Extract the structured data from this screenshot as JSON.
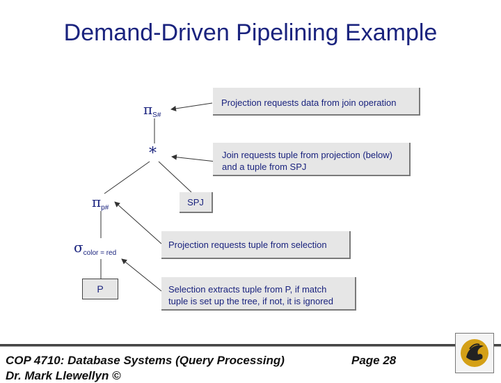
{
  "slide": {
    "title": "Demand-Driven Pipelining Example",
    "nodes": {
      "pi_s": {
        "symbol": "π",
        "subscript": "S#"
      },
      "join": {
        "symbol": "*"
      },
      "pi_p": {
        "symbol": "π",
        "subscript": "p#"
      },
      "sigma": {
        "symbol": "σ",
        "subscript": "color = red"
      },
      "p": {
        "label": "P"
      },
      "spj": {
        "label": "SPJ"
      }
    },
    "notes": {
      "note1": "Projection requests data from join operation",
      "note2_line1": "Join requests tuple from projection (below)",
      "note2_line2": "and a tuple from SPJ",
      "note3": "Projection requests tuple from selection",
      "note4_line1": "Selection extracts tuple from P, if match",
      "note4_line2": "tuple is set up the tree, if not, it is ignored"
    },
    "footer": {
      "course": "COP 4710: Database Systems (Query Processing)",
      "page": "Page 28",
      "author": "Dr. Mark Llewellyn ©"
    },
    "colors": {
      "text": "#1a237e",
      "box": "#e6e6e6"
    },
    "logo_icon": "university-pegasus-logo-icon"
  }
}
